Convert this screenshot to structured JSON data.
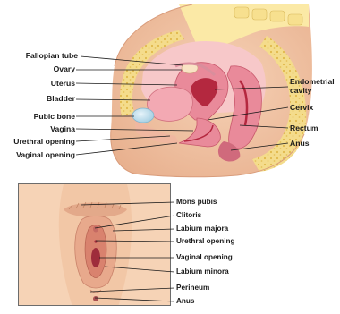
{
  "sagittal_labels": {
    "fallopian_tube": "Fallopian tube",
    "ovary": "Ovary",
    "uterus": "Uterus",
    "bladder": "Bladder",
    "pubic_bone": "Pubic bone",
    "vagina": "Vagina",
    "urethral_opening": "Urethral opening",
    "vaginal_opening": "Vaginal opening",
    "endometrial_line1": "Endometrial",
    "endometrial_line2": "cavity",
    "cervix": "Cervix",
    "rectum": "Rectum",
    "anus": "Anus"
  },
  "external_labels": {
    "mons_pubis": "Mons pubis",
    "clitoris": "Clitoris",
    "labium_majora": "Labium majora",
    "urethral_opening": "Urethral opening",
    "vaginal_opening": "Vaginal opening",
    "labium_minora": "Labium minora",
    "perineum": "Perineum",
    "anus": "Anus"
  },
  "colors": {
    "skin": "#f3c9a8",
    "skin_shadow": "#e4a783",
    "fat": "#f4dc8c",
    "fat_dots": "#e0b84c",
    "muscle_pink": "#e98a9a",
    "organ_pink": "#f3a9b3",
    "deep_red": "#b4283f",
    "bone": "#b9dcec",
    "leader": "#1a1a1a"
  }
}
